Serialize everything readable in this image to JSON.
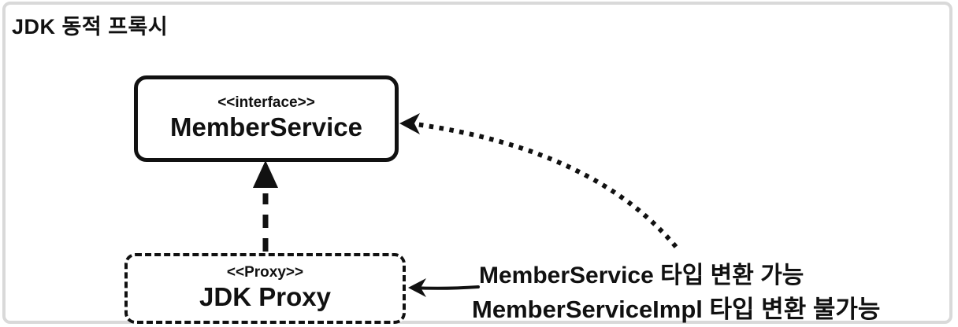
{
  "title": "JDK 동적 프록시",
  "interface_box": {
    "stereotype": "<<interface>>",
    "name": "MemberService"
  },
  "proxy_box": {
    "stereotype": "<<Proxy>>",
    "name": "JDK Proxy"
  },
  "annotation": {
    "line1": "MemberService 타입 변환 가능",
    "line2": "MemberServiceImpl 타입 변환 불가능"
  },
  "arrows": {
    "realization": "dashed-arrow-proxy-implements-interface",
    "dotted_cast": "dotted-curve-annotation-to-interface",
    "proxy_pointer": "solid-arrow-annotation-to-proxy"
  },
  "colors": {
    "ink": "#111111",
    "frame": "#d9d9d9",
    "background": "#ffffff"
  }
}
